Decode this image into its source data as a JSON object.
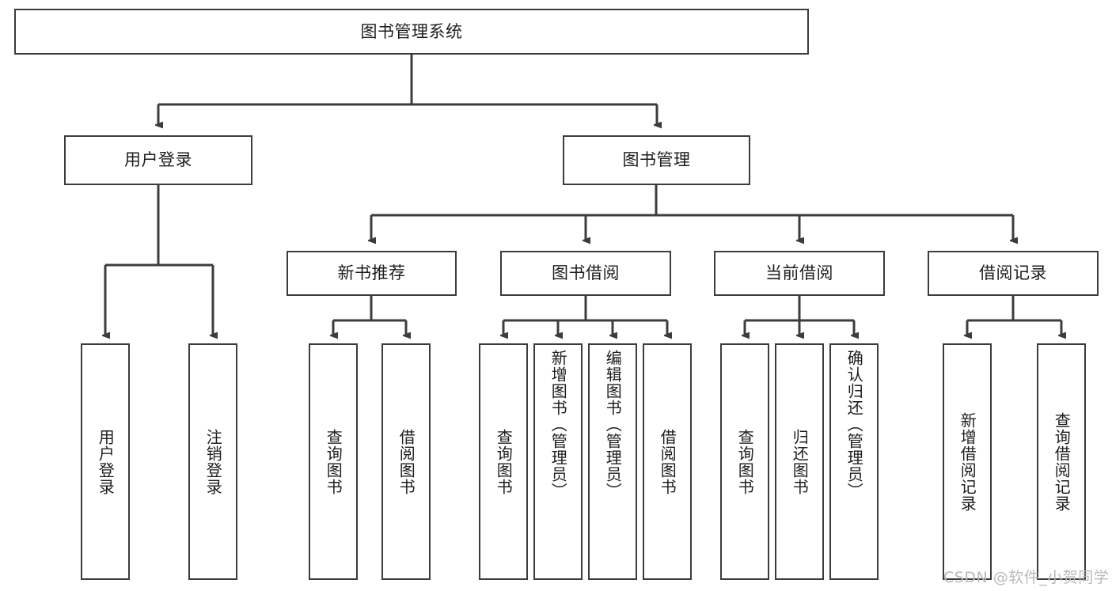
{
  "diagram": {
    "title": "图书管理系统",
    "type": "tree",
    "background_color": "#ffffff",
    "line_color": "#3c3c3c",
    "box_border_color": "#3c3c3c",
    "text_color": "#1d1d1d"
  },
  "root": {
    "label": "图书管理系统"
  },
  "level1": [
    {
      "label": "用户登录"
    },
    {
      "label": "图书管理"
    }
  ],
  "level2": [
    {
      "label": "新书推荐"
    },
    {
      "label": "图书借阅"
    },
    {
      "label": "当前借阅"
    },
    {
      "label": "借阅记录"
    }
  ],
  "leaves": {
    "user_login": [
      {
        "label": "用户登录"
      },
      {
        "label": "注销登录"
      }
    ],
    "new_book_recommend": [
      {
        "label": "查询图书"
      },
      {
        "label": "借阅图书"
      }
    ],
    "book_borrow": [
      {
        "label": "查询图书"
      },
      {
        "label": "新增图书（管理员）"
      },
      {
        "label": "编辑图书（管理员）"
      },
      {
        "label": "借阅图书"
      }
    ],
    "current_borrow": [
      {
        "label": "查询图书"
      },
      {
        "label": "归还图书"
      },
      {
        "label": "确认归还（管理员）"
      }
    ],
    "borrow_record": [
      {
        "label": "新增借阅记录"
      },
      {
        "label": "查询借阅记录"
      }
    ]
  },
  "watermark": {
    "text": "CSDN @软件_小贺同学"
  }
}
